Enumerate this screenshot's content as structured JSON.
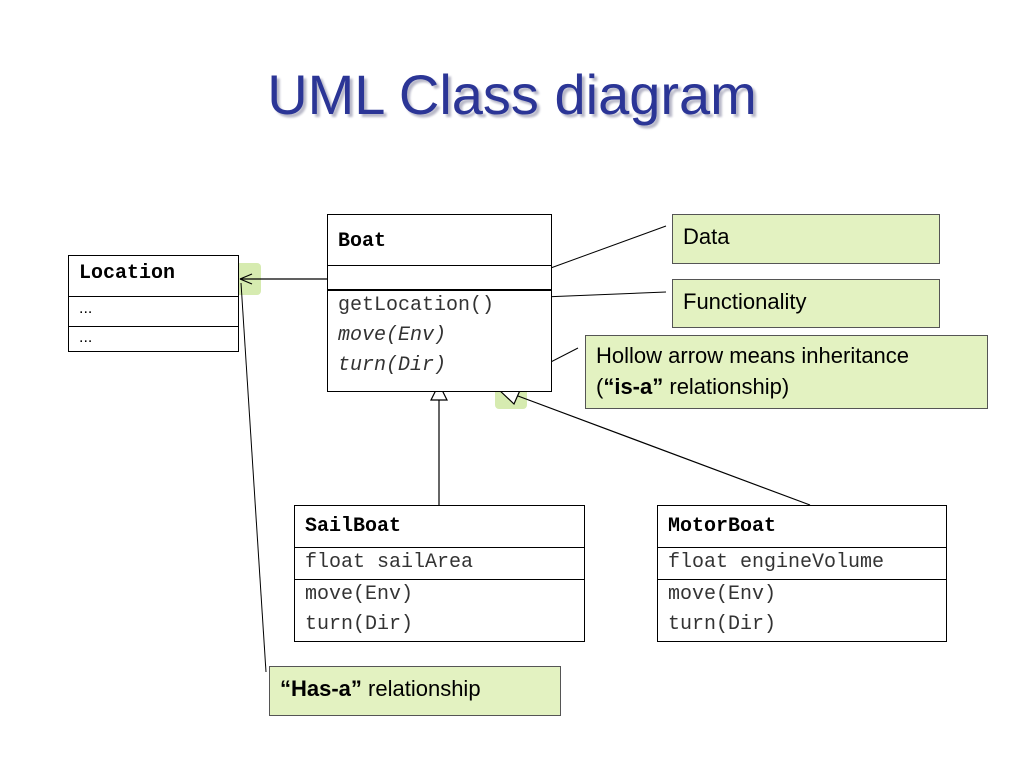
{
  "title": "UML Class diagram",
  "classes": {
    "location": {
      "name": "Location",
      "section1": "...",
      "section2": "..."
    },
    "boat": {
      "name": "Boat",
      "data": "",
      "methods": [
        "getLocation()",
        "move(Env)",
        "turn(Dir)"
      ]
    },
    "sailboat": {
      "name": "SailBoat",
      "data": "float sailArea",
      "methods": [
        "move(Env)",
        "turn(Dir)"
      ]
    },
    "motorboat": {
      "name": "MotorBoat",
      "data": "float engineVolume",
      "methods": [
        "move(Env)",
        "turn(Dir)"
      ]
    }
  },
  "notes": {
    "data": "Data",
    "functionality": "Functionality",
    "inheritance_line1": "Hollow arrow means inheritance",
    "inheritance_open": "(",
    "inheritance_bold": "“is-a”",
    "inheritance_close": " relationship)",
    "hasa_bold": "“Has-a”",
    "hasa_text": " relationship"
  },
  "colors": {
    "title": "#2b3596",
    "note_fill": "#e3f2c1",
    "highlight": "#d6ebb0"
  }
}
